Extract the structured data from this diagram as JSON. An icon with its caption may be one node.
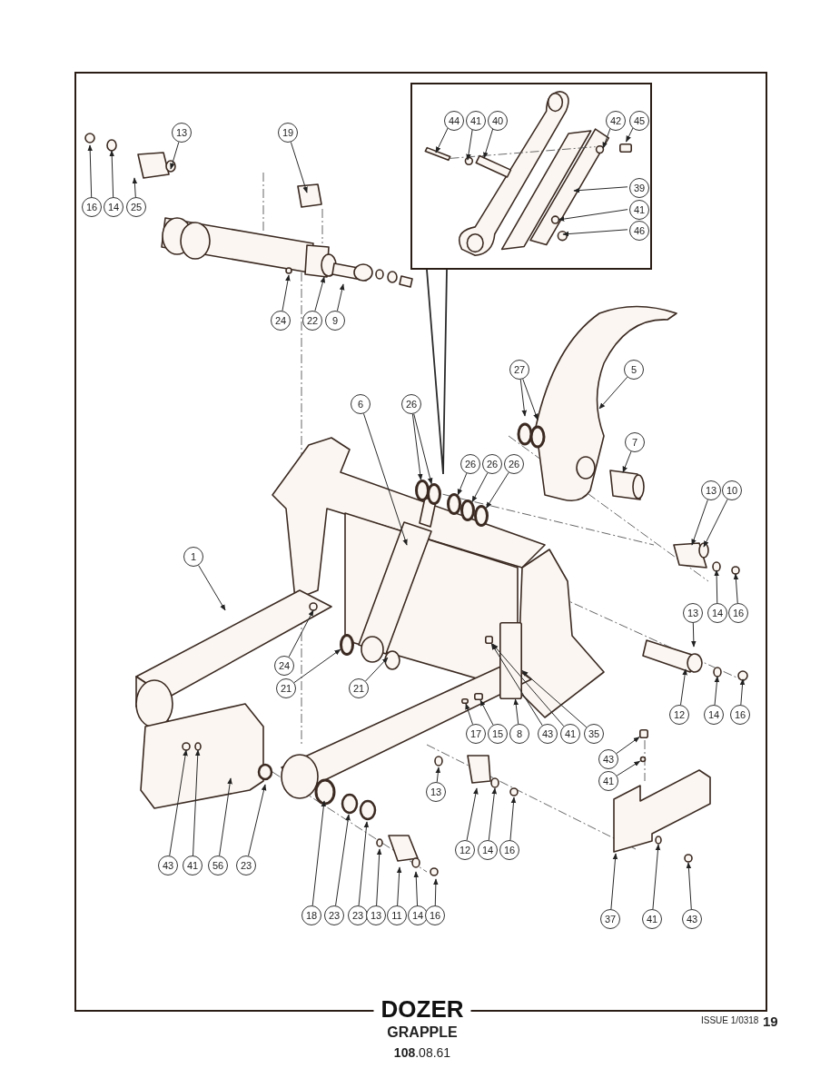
{
  "diagram": {
    "title": "DOZER",
    "nodes": [
      {
        "text": [
          "16"
        ]
      },
      {
        "text": [
          "14"
        ]
      },
      {
        "text": [
          "25"
        ]
      },
      {
        "text": [
          "13"
        ]
      },
      {
        "text": [
          "19"
        ]
      },
      {
        "text": [],
        "shape": "box"
      },
      {
        "text": [
          "44"
        ],
        "in": 5
      },
      {
        "text": [
          "41"
        ],
        "in": 5
      },
      {
        "text": [
          "40"
        ],
        "in": 5
      },
      {
        "text": [
          "42"
        ],
        "in": 5
      },
      {
        "text": [
          "45"
        ],
        "in": 5
      },
      {
        "text": [
          "39"
        ],
        "in": 5
      },
      {
        "text": [
          "41"
        ],
        "in": 5
      },
      {
        "text": [
          "46"
        ],
        "in": 5
      },
      {
        "text": [
          "24"
        ]
      },
      {
        "text": [
          "22"
        ]
      },
      {
        "text": [
          "9"
        ]
      },
      {
        "text": [
          "6"
        ]
      },
      {
        "text": [
          "26"
        ]
      },
      {
        "text": [
          "27"
        ]
      },
      {
        "text": [
          "5"
        ]
      },
      {
        "text": [
          "7"
        ]
      },
      {
        "text": [
          "26"
        ]
      },
      {
        "text": [
          "26"
        ]
      },
      {
        "text": [
          "26"
        ]
      },
      {
        "text": [
          "13"
        ]
      },
      {
        "text": [
          "10"
        ]
      },
      {
        "text": [
          "1"
        ]
      },
      {
        "text": [
          "14"
        ]
      },
      {
        "text": [
          "16"
        ]
      },
      {
        "text": [
          "13"
        ]
      },
      {
        "text": [
          "24"
        ]
      },
      {
        "text": [
          "21"
        ]
      },
      {
        "text": [
          "21"
        ]
      },
      {
        "text": [
          "12"
        ]
      },
      {
        "text": [
          "14"
        ]
      },
      {
        "text": [
          "16"
        ]
      },
      {
        "text": [
          "17"
        ]
      },
      {
        "text": [
          "15"
        ]
      },
      {
        "text": [
          "8"
        ]
      },
      {
        "text": [
          "43"
        ]
      },
      {
        "text": [
          "41"
        ]
      },
      {
        "text": [
          "35"
        ]
      },
      {
        "text": [
          "43"
        ]
      },
      {
        "text": [
          "41"
        ]
      },
      {
        "text": [
          "43"
        ]
      },
      {
        "text": [
          "41"
        ]
      },
      {
        "text": [
          "56"
        ]
      },
      {
        "text": [
          "23"
        ]
      },
      {
        "text": [
          "13"
        ]
      },
      {
        "text": [
          "12"
        ]
      },
      {
        "text": [
          "14"
        ]
      },
      {
        "text": [
          "16"
        ]
      },
      {
        "text": [
          "37"
        ]
      },
      {
        "text": [
          "41"
        ]
      },
      {
        "text": [
          "43"
        ]
      },
      {
        "text": [
          "18"
        ]
      },
      {
        "text": [
          "23"
        ]
      },
      {
        "text": [
          "23"
        ]
      },
      {
        "text": [
          "13"
        ]
      },
      {
        "text": [
          "11"
        ]
      },
      {
        "text": [
          "14"
        ]
      },
      {
        "text": [
          "16"
        ]
      },
      {
        "text": [],
        "shape": "box",
        "in": 5
      },
      {
        "text": [],
        "shape": "circle"
      },
      {
        "text": [],
        "shape": "circle"
      },
      {
        "text": [],
        "shape": "circle"
      },
      {
        "text": [],
        "shape": "box"
      },
      {
        "text": [],
        "shape": "box"
      },
      {
        "text": [],
        "shape": "circle"
      },
      {
        "text": [],
        "shape": "circle"
      },
      {
        "text": [],
        "shape": "circle"
      },
      {
        "text": [],
        "shape": "circle"
      },
      {
        "text": [],
        "shape": "box"
      },
      {
        "text": [],
        "shape": "box"
      },
      {
        "text": [],
        "shape": "box"
      }
    ],
    "edges": [
      {
        "from": 0,
        "to": null,
        "arrow": "to"
      },
      {
        "from": 1,
        "to": null,
        "arrow": "to"
      },
      {
        "from": 2,
        "to": null,
        "arrow": "to"
      },
      {
        "from": 3,
        "to": null,
        "arrow": "to"
      },
      {
        "from": 4,
        "to": null,
        "arrow": "to"
      },
      {
        "from": 5,
        "to": null,
        "arrow": "none"
      },
      {
        "from": 6,
        "to": null,
        "arrow": "to"
      },
      {
        "from": 7,
        "to": null,
        "arrow": "to"
      },
      {
        "from": 8,
        "to": null,
        "arrow": "to"
      },
      {
        "from": 9,
        "to": null,
        "arrow": "to"
      },
      {
        "from": 10,
        "to": 63,
        "arrow": "to"
      },
      {
        "from": 11,
        "to": null,
        "arrow": "to"
      },
      {
        "from": 12,
        "to": null,
        "arrow": "to"
      },
      {
        "from": 13,
        "to": null,
        "arrow": "to"
      },
      {
        "from": 14,
        "to": null,
        "arrow": "to"
      },
      {
        "from": 15,
        "to": null,
        "arrow": "to"
      },
      {
        "from": 16,
        "to": null,
        "arrow": "to"
      },
      {
        "from": 17,
        "to": null,
        "arrow": "to"
      },
      {
        "from": 18,
        "to": 70,
        "arrow": "to"
      },
      {
        "from": 18,
        "to": 64,
        "arrow": "to"
      },
      {
        "from": 19,
        "to": null,
        "arrow": "to"
      },
      {
        "from": 19,
        "to": null,
        "arrow": "to"
      },
      {
        "from": 20,
        "to": null,
        "arrow": "to"
      },
      {
        "from": 21,
        "to": null,
        "arrow": "to"
      },
      {
        "from": 22,
        "to": 71,
        "arrow": "to"
      },
      {
        "from": 23,
        "to": 65,
        "arrow": "to"
      },
      {
        "from": 24,
        "to": 72,
        "arrow": "to"
      },
      {
        "from": 25,
        "to": null,
        "arrow": "to"
      },
      {
        "from": 26,
        "to": null,
        "arrow": "to"
      },
      {
        "from": 27,
        "to": null,
        "arrow": "to"
      },
      {
        "from": 28,
        "to": null,
        "arrow": "to"
      },
      {
        "from": 29,
        "to": null,
        "arrow": "to"
      },
      {
        "from": 30,
        "to": null,
        "arrow": "to"
      },
      {
        "from": 31,
        "to": null,
        "arrow": "to"
      },
      {
        "from": 32,
        "to": 66,
        "arrow": "to"
      },
      {
        "from": 33,
        "to": null,
        "arrow": "to"
      },
      {
        "from": 34,
        "to": null,
        "arrow": "to"
      },
      {
        "from": 35,
        "to": null,
        "arrow": "to"
      },
      {
        "from": 36,
        "to": null,
        "arrow": "to"
      },
      {
        "from": 37,
        "to": 73,
        "arrow": "to"
      },
      {
        "from": 38,
        "to": 67,
        "arrow": "to"
      },
      {
        "from": 39,
        "to": 74,
        "arrow": "to"
      },
      {
        "from": 40,
        "to": 75,
        "arrow": "to"
      },
      {
        "from": 41,
        "to": 75,
        "arrow": "to"
      },
      {
        "from": 42,
        "to": 74,
        "arrow": "to"
      },
      {
        "from": 43,
        "to": 68,
        "arrow": "to"
      },
      {
        "from": 44,
        "to": 69,
        "arrow": "to"
      },
      {
        "from": 45,
        "to": null,
        "arrow": "to"
      },
      {
        "from": 46,
        "to": null,
        "arrow": "to"
      },
      {
        "from": 47,
        "to": null,
        "arrow": "to"
      },
      {
        "from": 48,
        "to": null,
        "arrow": "to"
      },
      {
        "from": 49,
        "to": null,
        "arrow": "to"
      },
      {
        "from": 50,
        "to": null,
        "arrow": "to"
      },
      {
        "from": 51,
        "to": null,
        "arrow": "to"
      },
      {
        "from": 52,
        "to": null,
        "arrow": "to"
      },
      {
        "from": 53,
        "to": null,
        "arrow": "to"
      },
      {
        "from": 54,
        "to": null,
        "arrow": "to"
      },
      {
        "from": 55,
        "to": null,
        "arrow": "to"
      },
      {
        "from": 56,
        "to": null,
        "arrow": "to"
      },
      {
        "from": 57,
        "to": null,
        "arrow": "to"
      },
      {
        "from": 58,
        "to": null,
        "arrow": "to"
      },
      {
        "from": 59,
        "to": null,
        "arrow": "to"
      },
      {
        "from": 60,
        "to": null,
        "arrow": "to"
      },
      {
        "from": 61,
        "to": null,
        "arrow": "to"
      },
      {
        "from": 62,
        "to": null,
        "arrow": "to"
      }
    ],
    "labels": [
      "GRAPPLE",
      "**108**.08.61",
      "ISSUE 1/0318",
      "19"
    ]
  }
}
